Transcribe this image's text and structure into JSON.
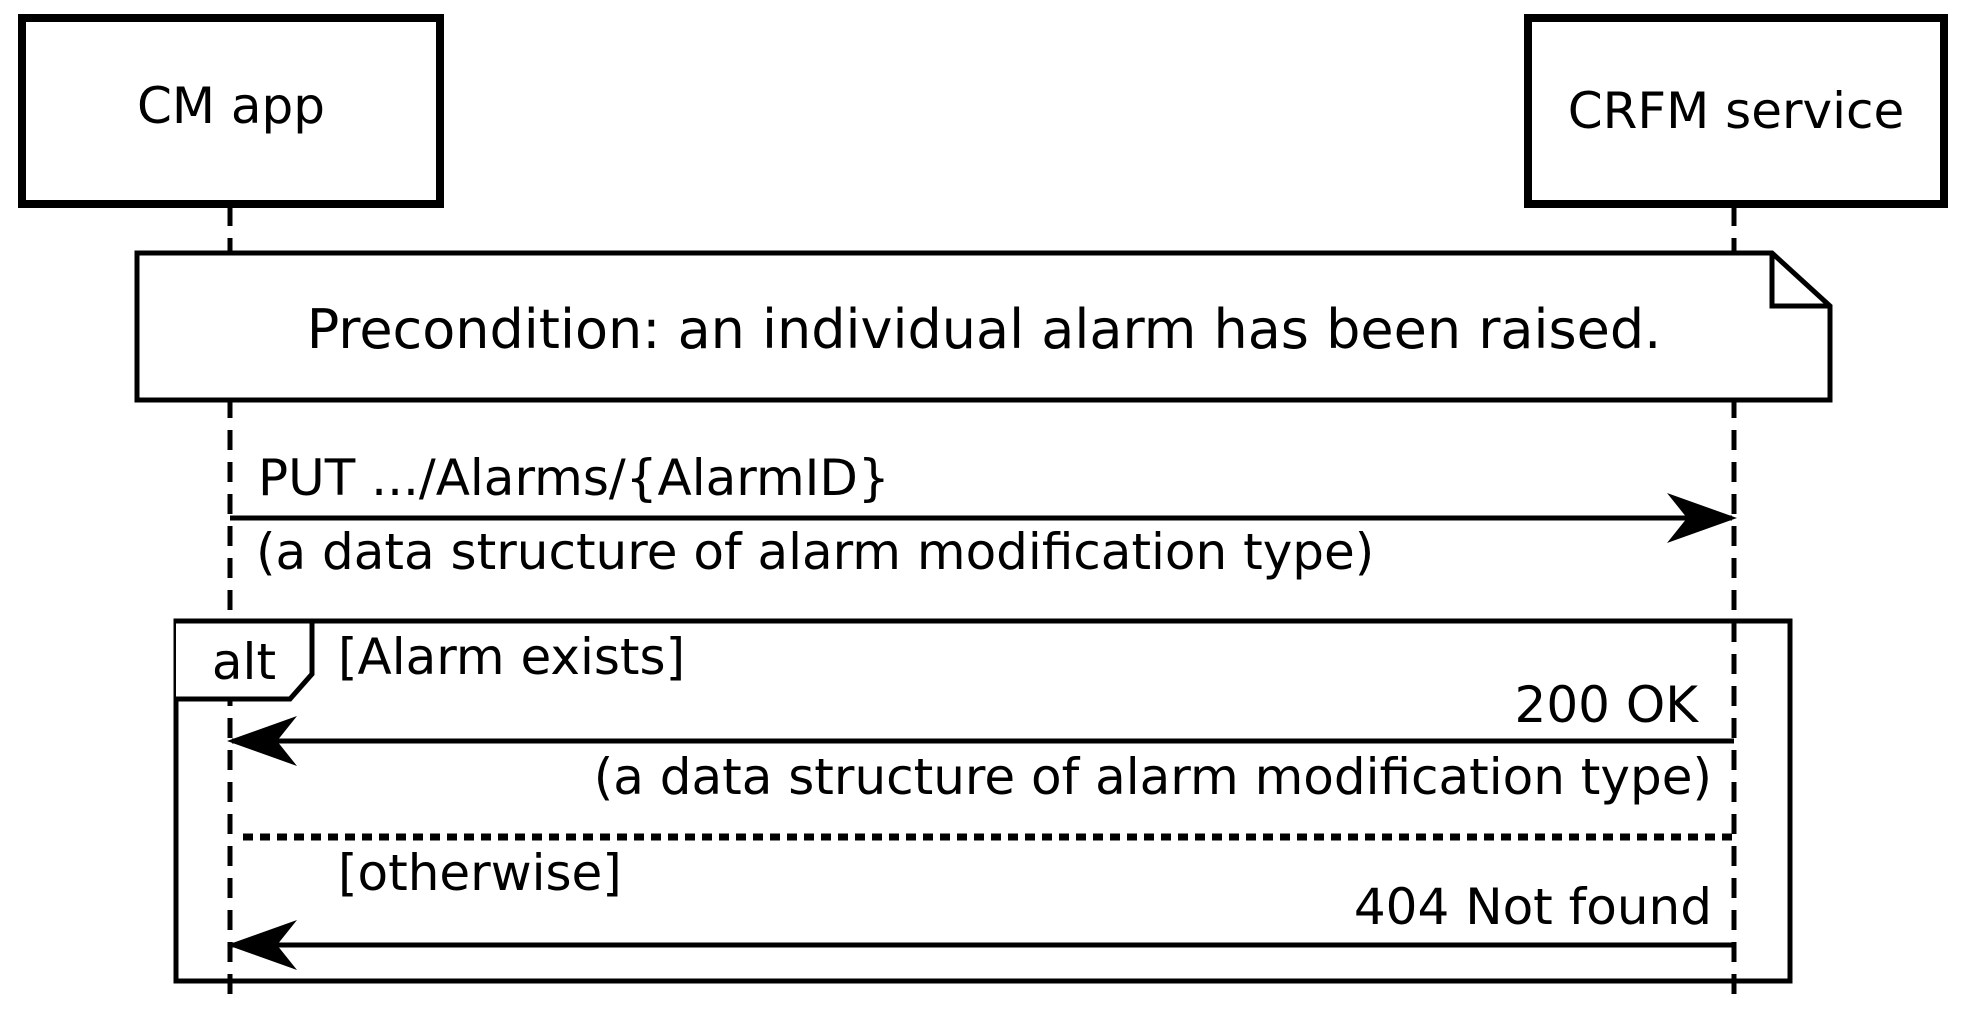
{
  "participants": {
    "left": "CM app",
    "right": "CRFM service"
  },
  "note": "Precondition: an individual alarm has been raised.",
  "request": {
    "label": "PUT .../Alarms/{AlarmID}",
    "body": "(a data structure of alarm modification type)"
  },
  "alt_fragment": {
    "operator": "alt",
    "guard_1": "[Alarm exists]",
    "response_1": {
      "label": "200 OK",
      "body": "(a data structure of alarm modification type)"
    },
    "guard_2": "[otherwise]",
    "response_2": {
      "label": "404 Not found"
    }
  },
  "colors": {
    "stroke": "#000000",
    "background": "#ffffff"
  }
}
